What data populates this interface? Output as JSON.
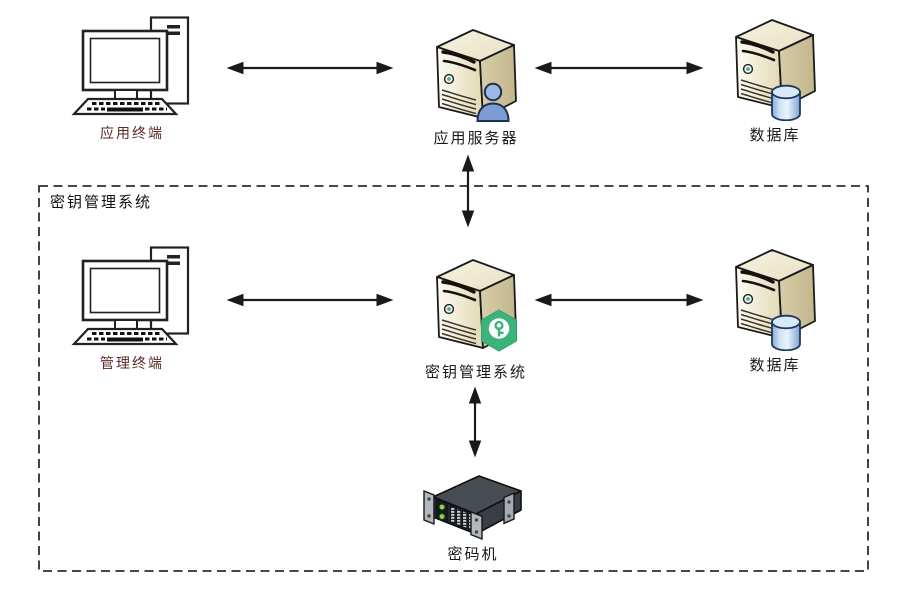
{
  "diagram": {
    "boundary": {
      "label": "密钥管理系统"
    },
    "nodes": {
      "app_terminal": {
        "label": "应用终端",
        "icon": "desktop-computer"
      },
      "app_server": {
        "label": "应用服务器",
        "icon": "server-with-user"
      },
      "db_top": {
        "label": "数据库",
        "icon": "server-with-database"
      },
      "mgmt_terminal": {
        "label": "管理终端",
        "icon": "desktop-computer"
      },
      "kms_server": {
        "label": "密钥管理系统",
        "icon": "server-with-key-badge"
      },
      "db_bottom": {
        "label": "数据库",
        "icon": "server-with-database"
      },
      "cipher_machine": {
        "label": "密码机",
        "icon": "rack-hsm"
      }
    },
    "edges": [
      {
        "from": "app_terminal",
        "to": "app_server",
        "direction": "bidirectional"
      },
      {
        "from": "app_server",
        "to": "db_top",
        "direction": "bidirectional"
      },
      {
        "from": "app_server",
        "to": "kms_server",
        "direction": "bidirectional"
      },
      {
        "from": "mgmt_terminal",
        "to": "kms_server",
        "direction": "bidirectional"
      },
      {
        "from": "kms_server",
        "to": "db_bottom",
        "direction": "bidirectional"
      },
      {
        "from": "kms_server",
        "to": "cipher_machine",
        "direction": "bidirectional"
      }
    ],
    "colors": {
      "terminal_label": "#5a2a25",
      "node_label": "#1a1a1a",
      "server_body": "#efe7cb",
      "server_side": "#cfc39b",
      "badge_green": "#3cb37a",
      "user_blue": "#7d9cd6",
      "database_blue": "#a9c8ec",
      "rack_dark": "#23282c",
      "led_green": "#8bd34e",
      "arrow": "#1a1a1a",
      "boundary_dash": "#2e2e2e"
    }
  }
}
